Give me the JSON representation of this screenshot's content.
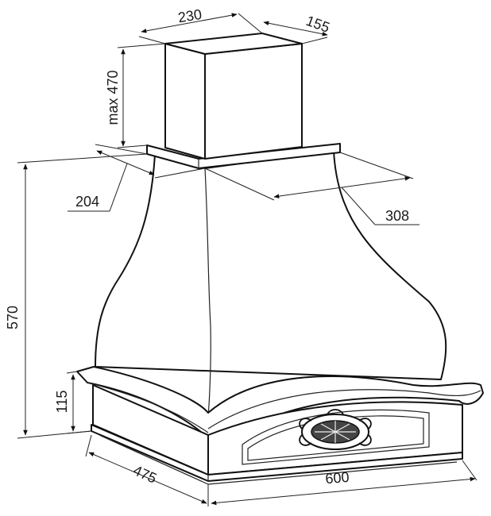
{
  "dimensions": {
    "duct_width": "230",
    "duct_depth": "155",
    "duct_max_height": "max 470",
    "chimney_depth": "204",
    "chimney_width": "308",
    "total_height": "570",
    "base_height": "115",
    "base_depth": "475",
    "base_width": "600"
  },
  "colors": {
    "line": "#111111",
    "background": "#ffffff"
  }
}
